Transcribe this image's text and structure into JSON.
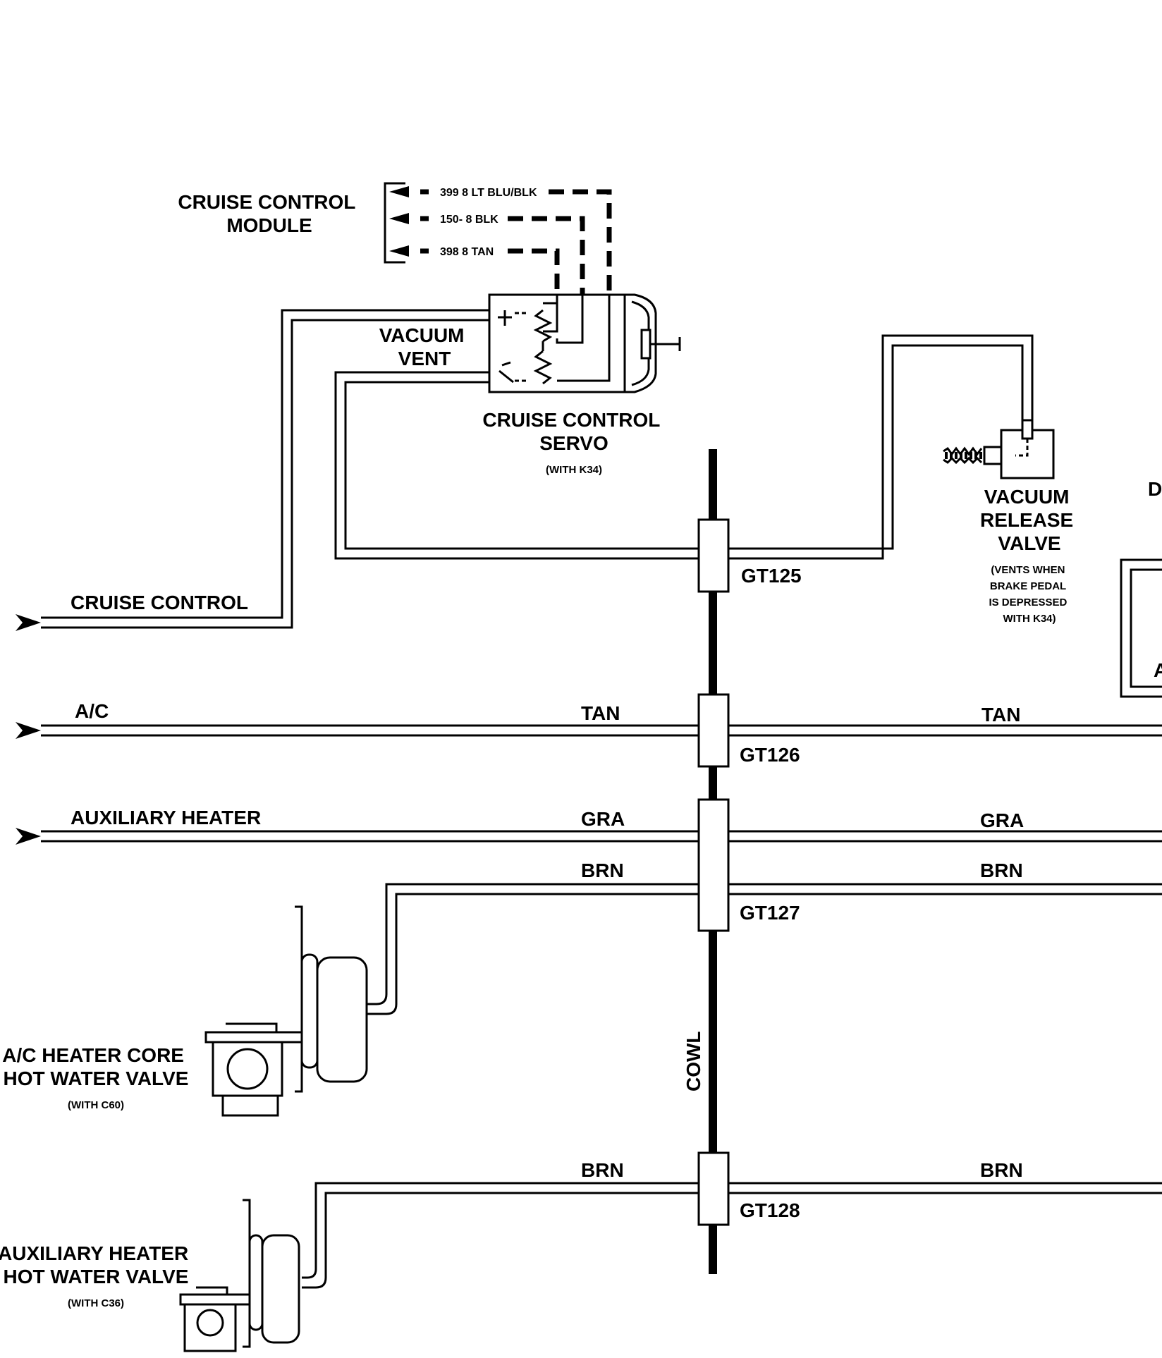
{
  "colors": {
    "ink": "#000000",
    "paper": "#ffffff"
  },
  "labels": {
    "cruise_module": [
      "CRUISE CONTROL",
      "MODULE"
    ],
    "wires": [
      "399  8 LT BLU/BLK",
      "150- 8 BLK",
      "398  8 TAN"
    ],
    "vacuum_vent": [
      "VACUUM",
      "VENT"
    ],
    "servo": [
      "CRUISE CONTROL",
      "SERVO"
    ],
    "servo_note": "(WITH K34)",
    "release_valve": [
      "VACUUM",
      "RELEASE",
      "VALVE"
    ],
    "release_note": [
      "(VENTS WHEN",
      "BRAKE PEDAL",
      "IS DEPRESSED",
      "WITH K34)"
    ],
    "cruise_line": "CRUISE CONTROL",
    "ac_line": "A/C",
    "aux_line": "AUXILIARY HEATER",
    "tan_left": "TAN",
    "tan_right": "TAN",
    "gra_left": "GRA",
    "gra_right": "GRA",
    "brn1_left": "BRN",
    "brn1_right": "BRN",
    "brn2_left": "BRN",
    "brn2_right": "BRN",
    "gt125": "GT125",
    "gt126": "GT126",
    "gt127": "GT127",
    "gt128": "GT128",
    "cowl": "COWL",
    "ac_valve": [
      "A/C HEATER CORE",
      "HOT WATER VALVE"
    ],
    "ac_valve_note": "(WITH C60)",
    "aux_valve": [
      "AUXILIARY HEATER",
      "HOT WATER VALVE"
    ],
    "aux_valve_note": "(WITH C36)",
    "edge_d": "D",
    "edge_a": "A"
  }
}
